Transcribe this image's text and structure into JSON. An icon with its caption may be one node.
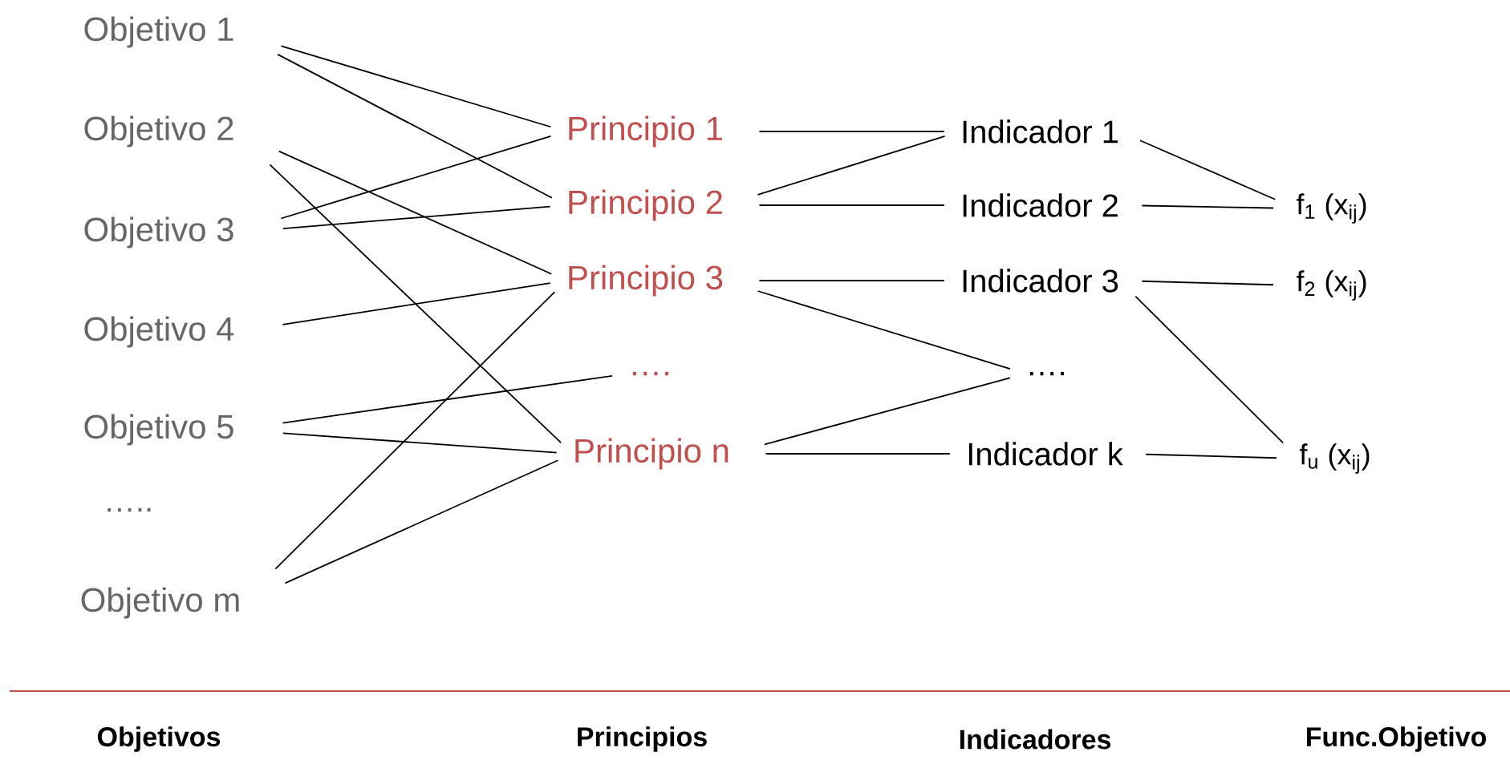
{
  "diagram": {
    "nodes": [
      {
        "text": [
          "Objetivo 1"
        ]
      },
      {
        "text": [
          "Objetivo 2"
        ]
      },
      {
        "text": [
          "Objetivo 3"
        ]
      },
      {
        "text": [
          "Objetivo 4"
        ]
      },
      {
        "text": [
          "Objetivo 5"
        ]
      },
      {
        "text": [
          "Objetivo m"
        ]
      },
      {
        "text": [
          "Principio 1"
        ]
      },
      {
        "text": [
          "Principio 2"
        ]
      },
      {
        "text": [
          "Principio 3"
        ]
      },
      {
        "text": [
          "…."
        ]
      },
      {
        "text": [
          "Principio n"
        ]
      },
      {
        "text": [
          "Indicador 1"
        ]
      },
      {
        "text": [
          "Indicador 2"
        ]
      },
      {
        "text": [
          "Indicador 3"
        ]
      },
      {
        "text": [
          "…."
        ]
      },
      {
        "text": [
          "Indicador k"
        ]
      },
      {
        "text": [
          "f$_{1}$ (x$_{ij}$)"
        ]
      },
      {
        "text": [
          "f$_{2}$ (x$_{ij}$)"
        ]
      },
      {
        "text": [
          "f$_{u}$ (x$_{ij}$)"
        ]
      }
    ],
    "edges": [
      {
        "from": 0,
        "to": 6,
        "arrow": "none"
      },
      {
        "from": 0,
        "to": 7,
        "arrow": "none"
      },
      {
        "from": 1,
        "to": 8,
        "arrow": "none"
      },
      {
        "from": 1,
        "to": 10,
        "arrow": "none"
      },
      {
        "from": 2,
        "to": 6,
        "arrow": "none"
      },
      {
        "from": 2,
        "to": 7,
        "arrow": "none"
      },
      {
        "from": 3,
        "to": 8,
        "arrow": "none"
      },
      {
        "from": 4,
        "to": 9,
        "arrow": "none"
      },
      {
        "from": 4,
        "to": 10,
        "arrow": "none"
      },
      {
        "from": 5,
        "to": 8,
        "arrow": "none"
      },
      {
        "from": 5,
        "to": 10,
        "arrow": "none"
      },
      {
        "from": 6,
        "to": 11,
        "arrow": "none"
      },
      {
        "from": 7,
        "to": 11,
        "arrow": "none"
      },
      {
        "from": 7,
        "to": 12,
        "arrow": "none"
      },
      {
        "from": 8,
        "to": 13,
        "arrow": "none"
      },
      {
        "from": 8,
        "to": 14,
        "arrow": "none"
      },
      {
        "from": 10,
        "to": 14,
        "arrow": "none"
      },
      {
        "from": 10,
        "to": 15,
        "arrow": "none"
      },
      {
        "from": 11,
        "to": 16,
        "arrow": "none"
      },
      {
        "from": 12,
        "to": 16,
        "arrow": "none"
      },
      {
        "from": 13,
        "to": 17,
        "arrow": "none"
      },
      {
        "from": 13,
        "to": 18,
        "arrow": "none"
      },
      {
        "from": 15,
        "to": 18,
        "arrow": "none"
      }
    ],
    "labels": [
      "…..",
      "Objetivos",
      "Principios",
      "Indicadores",
      "Func.Objetivo"
    ]
  }
}
